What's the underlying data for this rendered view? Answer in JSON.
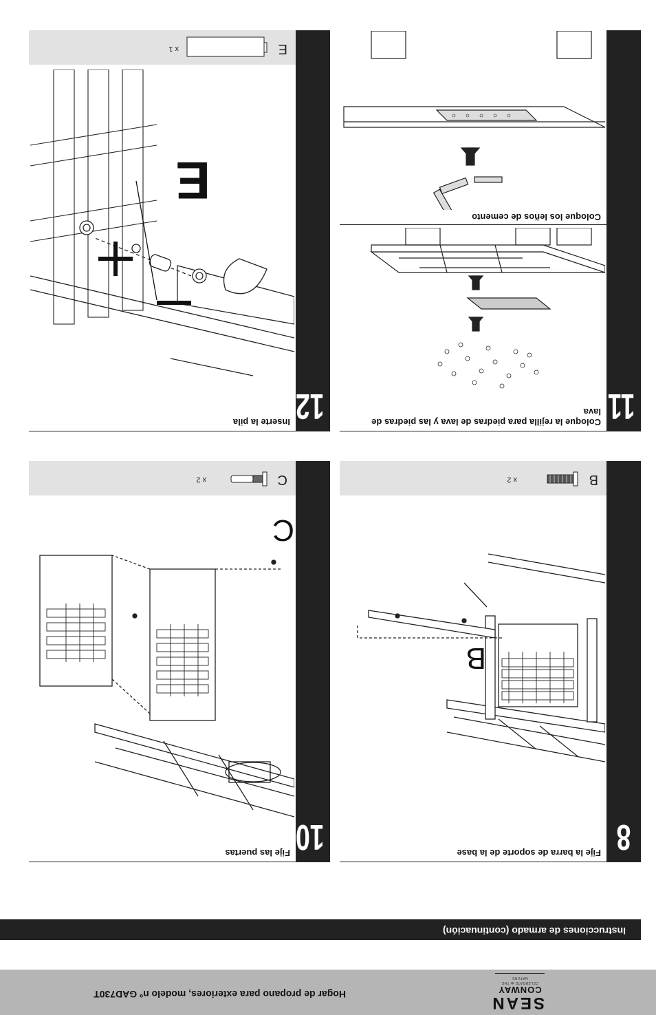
{
  "footer": {
    "title": "Hogar de propano para exteriores, modelo nº GAD730T",
    "logo_line1": "SEAN",
    "logo_line2": "CONWAY",
    "logo_tagline": "CELEBRATE ✿ THE NATURE"
  },
  "header": {
    "title": "Instrucciones de armado (continuación)"
  },
  "steps": [
    {
      "number": "8",
      "title": "Fije la barra de soporte de la base",
      "callout": "B",
      "part": {
        "code": "B",
        "qty": "x 2"
      }
    },
    {
      "number": "10",
      "title": "Fije las puertas",
      "callout": "C",
      "part": {
        "code": "C",
        "qty": "x 2"
      }
    },
    {
      "number": "11",
      "title": "Coloque la rejilla para piedras de lava y las piedras de lava",
      "subtitle": "Coloque los leños de cemento"
    },
    {
      "number": "12",
      "title": "Inserte la pila",
      "callout": "E",
      "part": {
        "code": "E",
        "qty": "x 1"
      }
    }
  ],
  "colors": {
    "band_dark": "#222222",
    "footer_gray": "#b5b5b5",
    "parts_gray": "#e2e2e2"
  },
  "icons": [
    "sean-conway-logo",
    "screw-b-icon",
    "bolt-c-icon",
    "battery-e-icon",
    "arrow-up-icon",
    "plus-icon",
    "minus-icon"
  ]
}
